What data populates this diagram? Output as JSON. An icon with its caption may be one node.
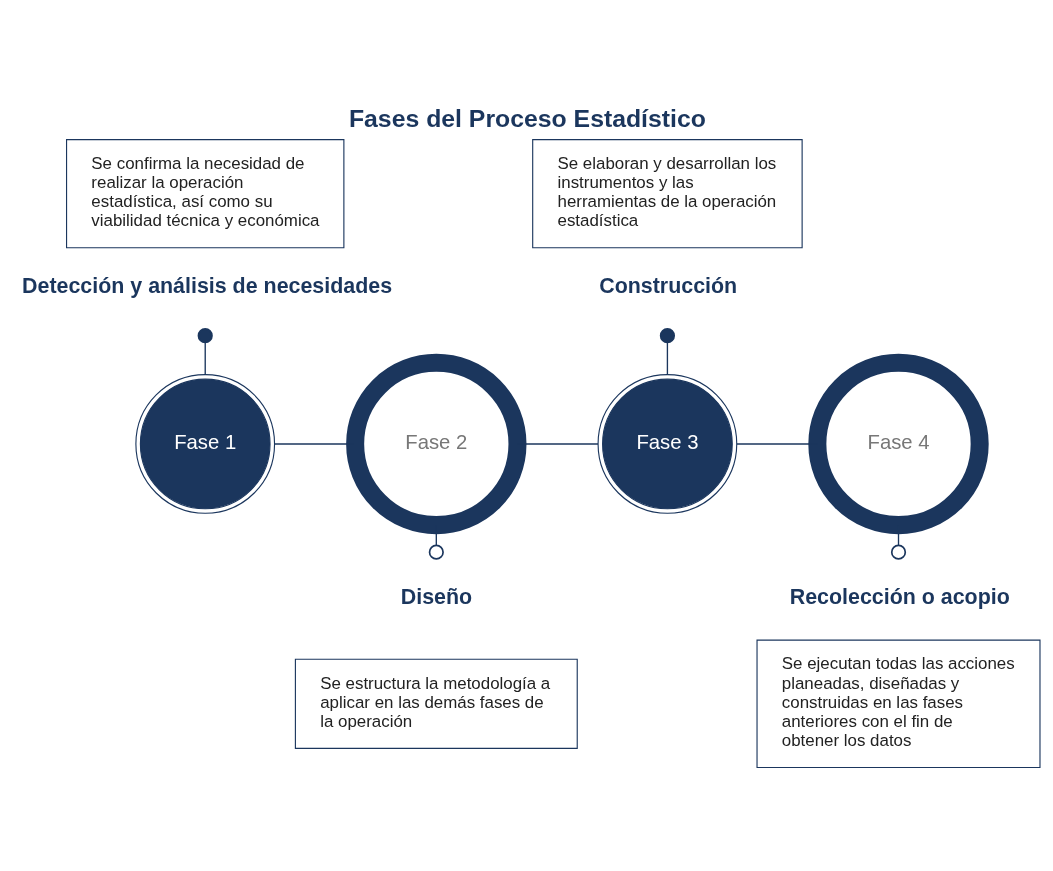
{
  "diagram": {
    "title": "Fases del Proceso Estadístico",
    "nodes": [
      {
        "text": [
          "Se confirma la necesidad de realizar la operación estadística, así como su viabilidad técnica y económica"
        ]
      },
      {
        "text": [],
        "shape": "circle",
        "beside": [
          "Detección y análisis de necesidades"
        ]
      },
      {
        "text": [
          "Fase 1"
        ]
      },
      {
        "text": [
          "Fase 2"
        ]
      },
      {
        "text": [],
        "shape": "circle",
        "beside": [
          "Diseño"
        ]
      },
      {
        "text": [
          "Se estructura la metodología a aplicar en las demás fases de la operación"
        ]
      },
      {
        "text": [
          "Se elaboran y desarrollan los instrumentos y las herramientas de la operación estadística"
        ]
      },
      {
        "text": [],
        "shape": "circle",
        "beside": [
          "Construcción"
        ]
      },
      {
        "text": [
          "Fase 3"
        ]
      },
      {
        "text": [
          "Fase 4"
        ]
      },
      {
        "text": [],
        "shape": "circle",
        "beside": [
          "Recolección o acopio"
        ]
      },
      {
        "text": [
          "Se ejecutan todas las acciones planeadas, diseñadas y construidas en las fases anteriores con el fin de obtener los datos"
        ]
      }
    ],
    "edges": [
      {
        "from": 1,
        "to": 2,
        "arrow": "none"
      },
      {
        "from": 2,
        "to": 3,
        "arrow": "none"
      },
      {
        "from": 3,
        "to": 4,
        "arrow": "none"
      },
      {
        "from": 3,
        "to": 8,
        "arrow": "none"
      },
      {
        "from": 7,
        "to": 8,
        "arrow": "none"
      },
      {
        "from": 8,
        "to": 9,
        "arrow": "none"
      },
      {
        "from": 9,
        "to": 10,
        "arrow": "none"
      }
    ]
  }
}
